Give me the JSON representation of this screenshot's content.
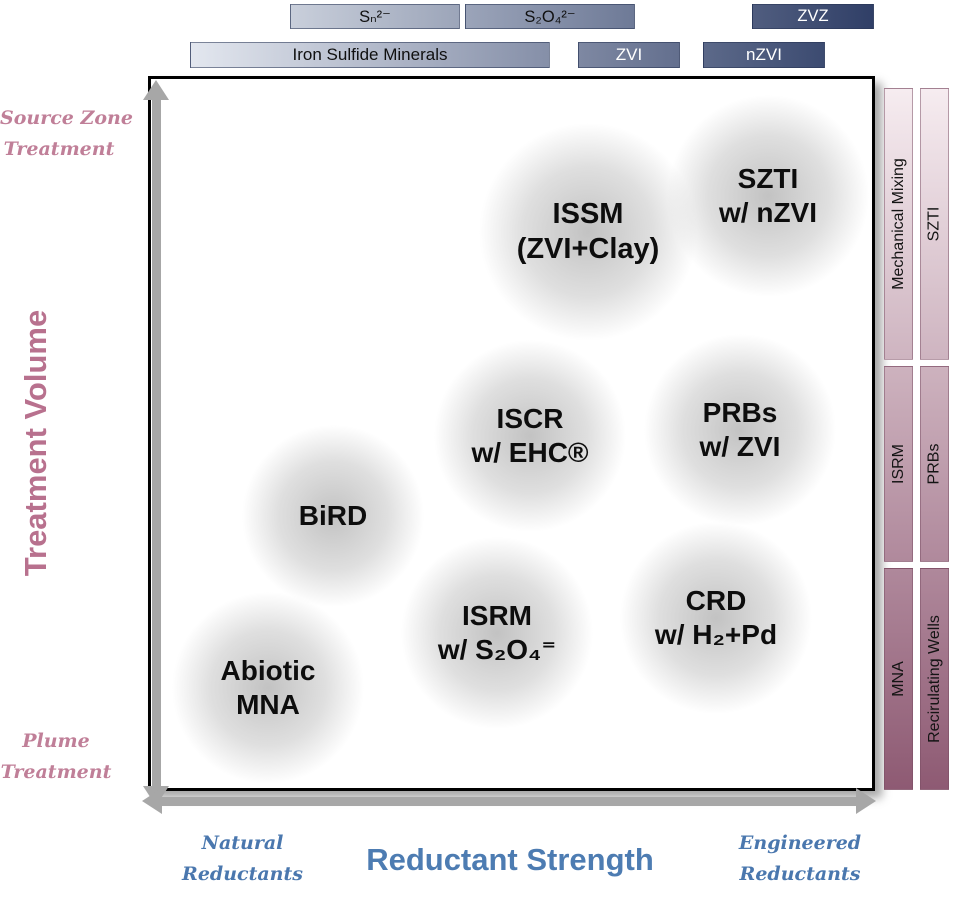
{
  "top_axis_bars": {
    "row1": {
      "sn": "Sₙ²⁻",
      "s2o4": "S₂O₄²⁻",
      "zvz": "ZVZ"
    },
    "row2": {
      "iron_sulfide": "Iron Sulfide Minerals",
      "zvi": "ZVI",
      "nzvi": "nZVI"
    }
  },
  "axes": {
    "y_title": "Treatment Volume",
    "x_title": "Reductant Strength",
    "y_top": {
      "line1": "Source Zone",
      "line2": "Treatment"
    },
    "y_bottom": {
      "line1": "Plume",
      "line2": "Treatment"
    },
    "x_left": {
      "line1": "Natural",
      "line2": "Reductants"
    },
    "x_right": {
      "line1": "Engineered",
      "line2": "Reductants"
    }
  },
  "bubbles": {
    "issm": {
      "line1": "ISSM",
      "line2": "(ZVI+Clay)"
    },
    "szti": {
      "line1": "SZTI",
      "line2": "w/ nZVI"
    },
    "iscr": {
      "line1": "ISCR",
      "line2": "w/ EHC®"
    },
    "prbs": {
      "line1": "PRBs",
      "line2": "w/ ZVI"
    },
    "bird": {
      "line1": "BiRD",
      "line2": ""
    },
    "isrm": {
      "line1": "ISRM",
      "line2": "w/ S₂O₄⁼"
    },
    "crd": {
      "line1": "CRD",
      "line2": "w/ H₂+Pd"
    },
    "abiotic_mna": {
      "line1": "Abiotic",
      "line2": "MNA"
    }
  },
  "right_axis_bars": {
    "inner": {
      "top": "Mechanical Mixing",
      "middle": "ISRM",
      "bottom": "MNA"
    },
    "outer": {
      "top": "SZTI",
      "middle": "PRBs",
      "bottom": "Recirulating Wells"
    }
  },
  "colors": {
    "blue_bar_light": "#E3E7EF",
    "blue_bar_dark": "#303F67",
    "pink_bar_light": "#F6ECF0",
    "pink_bar_dark": "#8E5A73",
    "axis_title_pink": "#B8718E",
    "axis_title_blue": "#4D7CB2",
    "script_pink": "#C07F98",
    "script_blue": "#4A77AE",
    "arrow_gray": "#A7A7A7",
    "bubble_fill": "#C6C6C6",
    "plot_border": "#000000"
  }
}
